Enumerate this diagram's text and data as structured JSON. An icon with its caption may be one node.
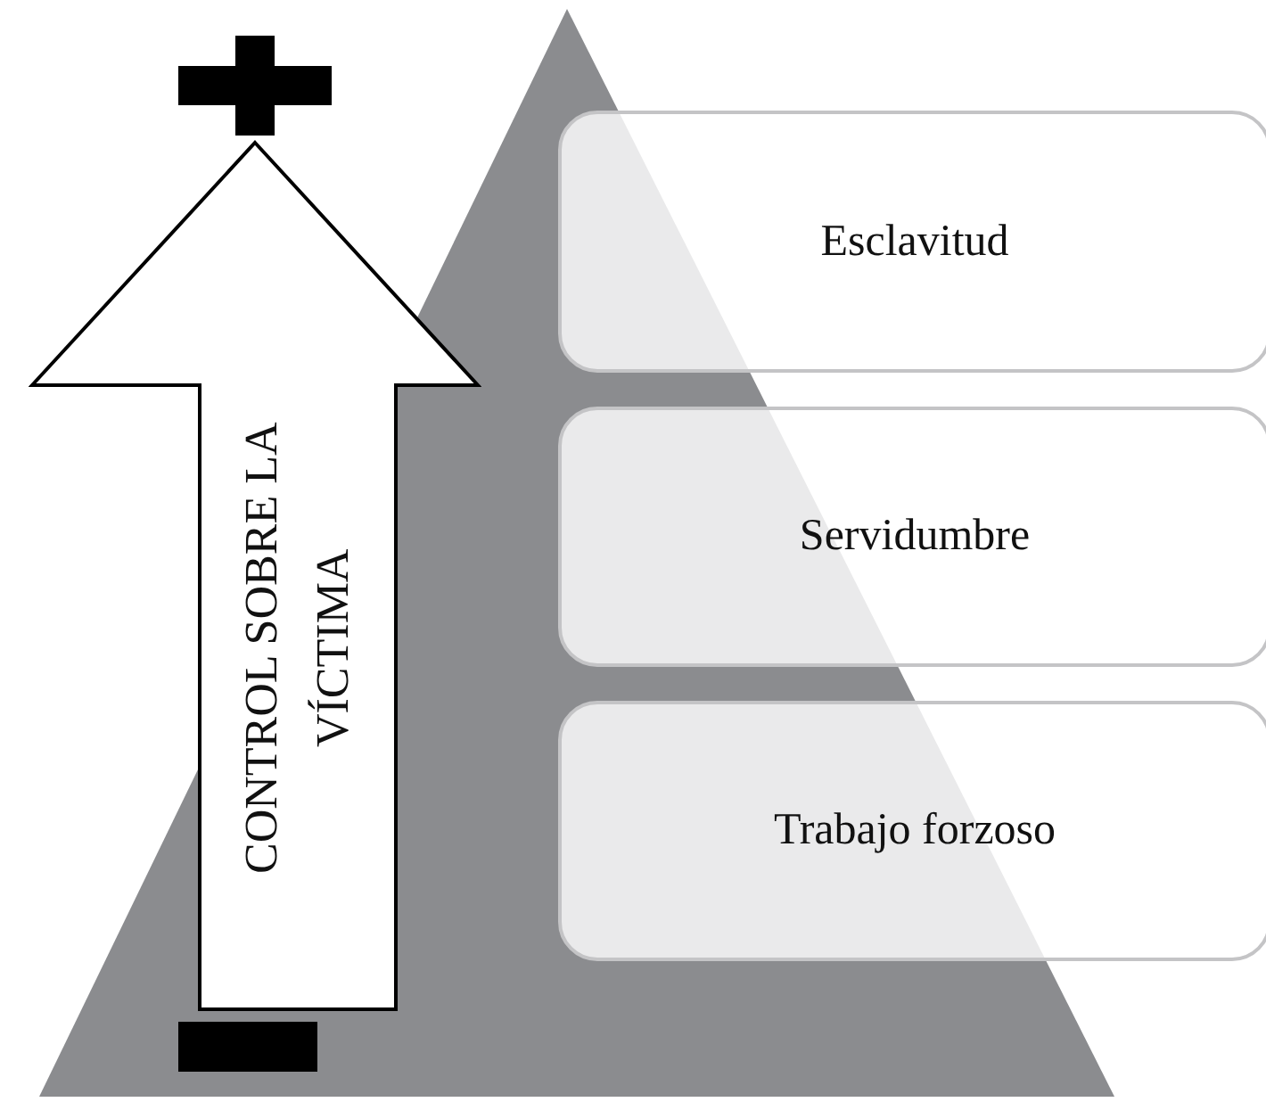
{
  "diagram": {
    "nodes": [
      {
        "text": [
          "CONTROL SOBRE LA VÍCTIMA"
        ]
      },
      {
        "text": [
          "Esclavitud"
        ]
      },
      {
        "text": [
          "Servidumbre"
        ]
      },
      {
        "text": [
          "Trabajo forzoso"
        ]
      }
    ]
  }
}
